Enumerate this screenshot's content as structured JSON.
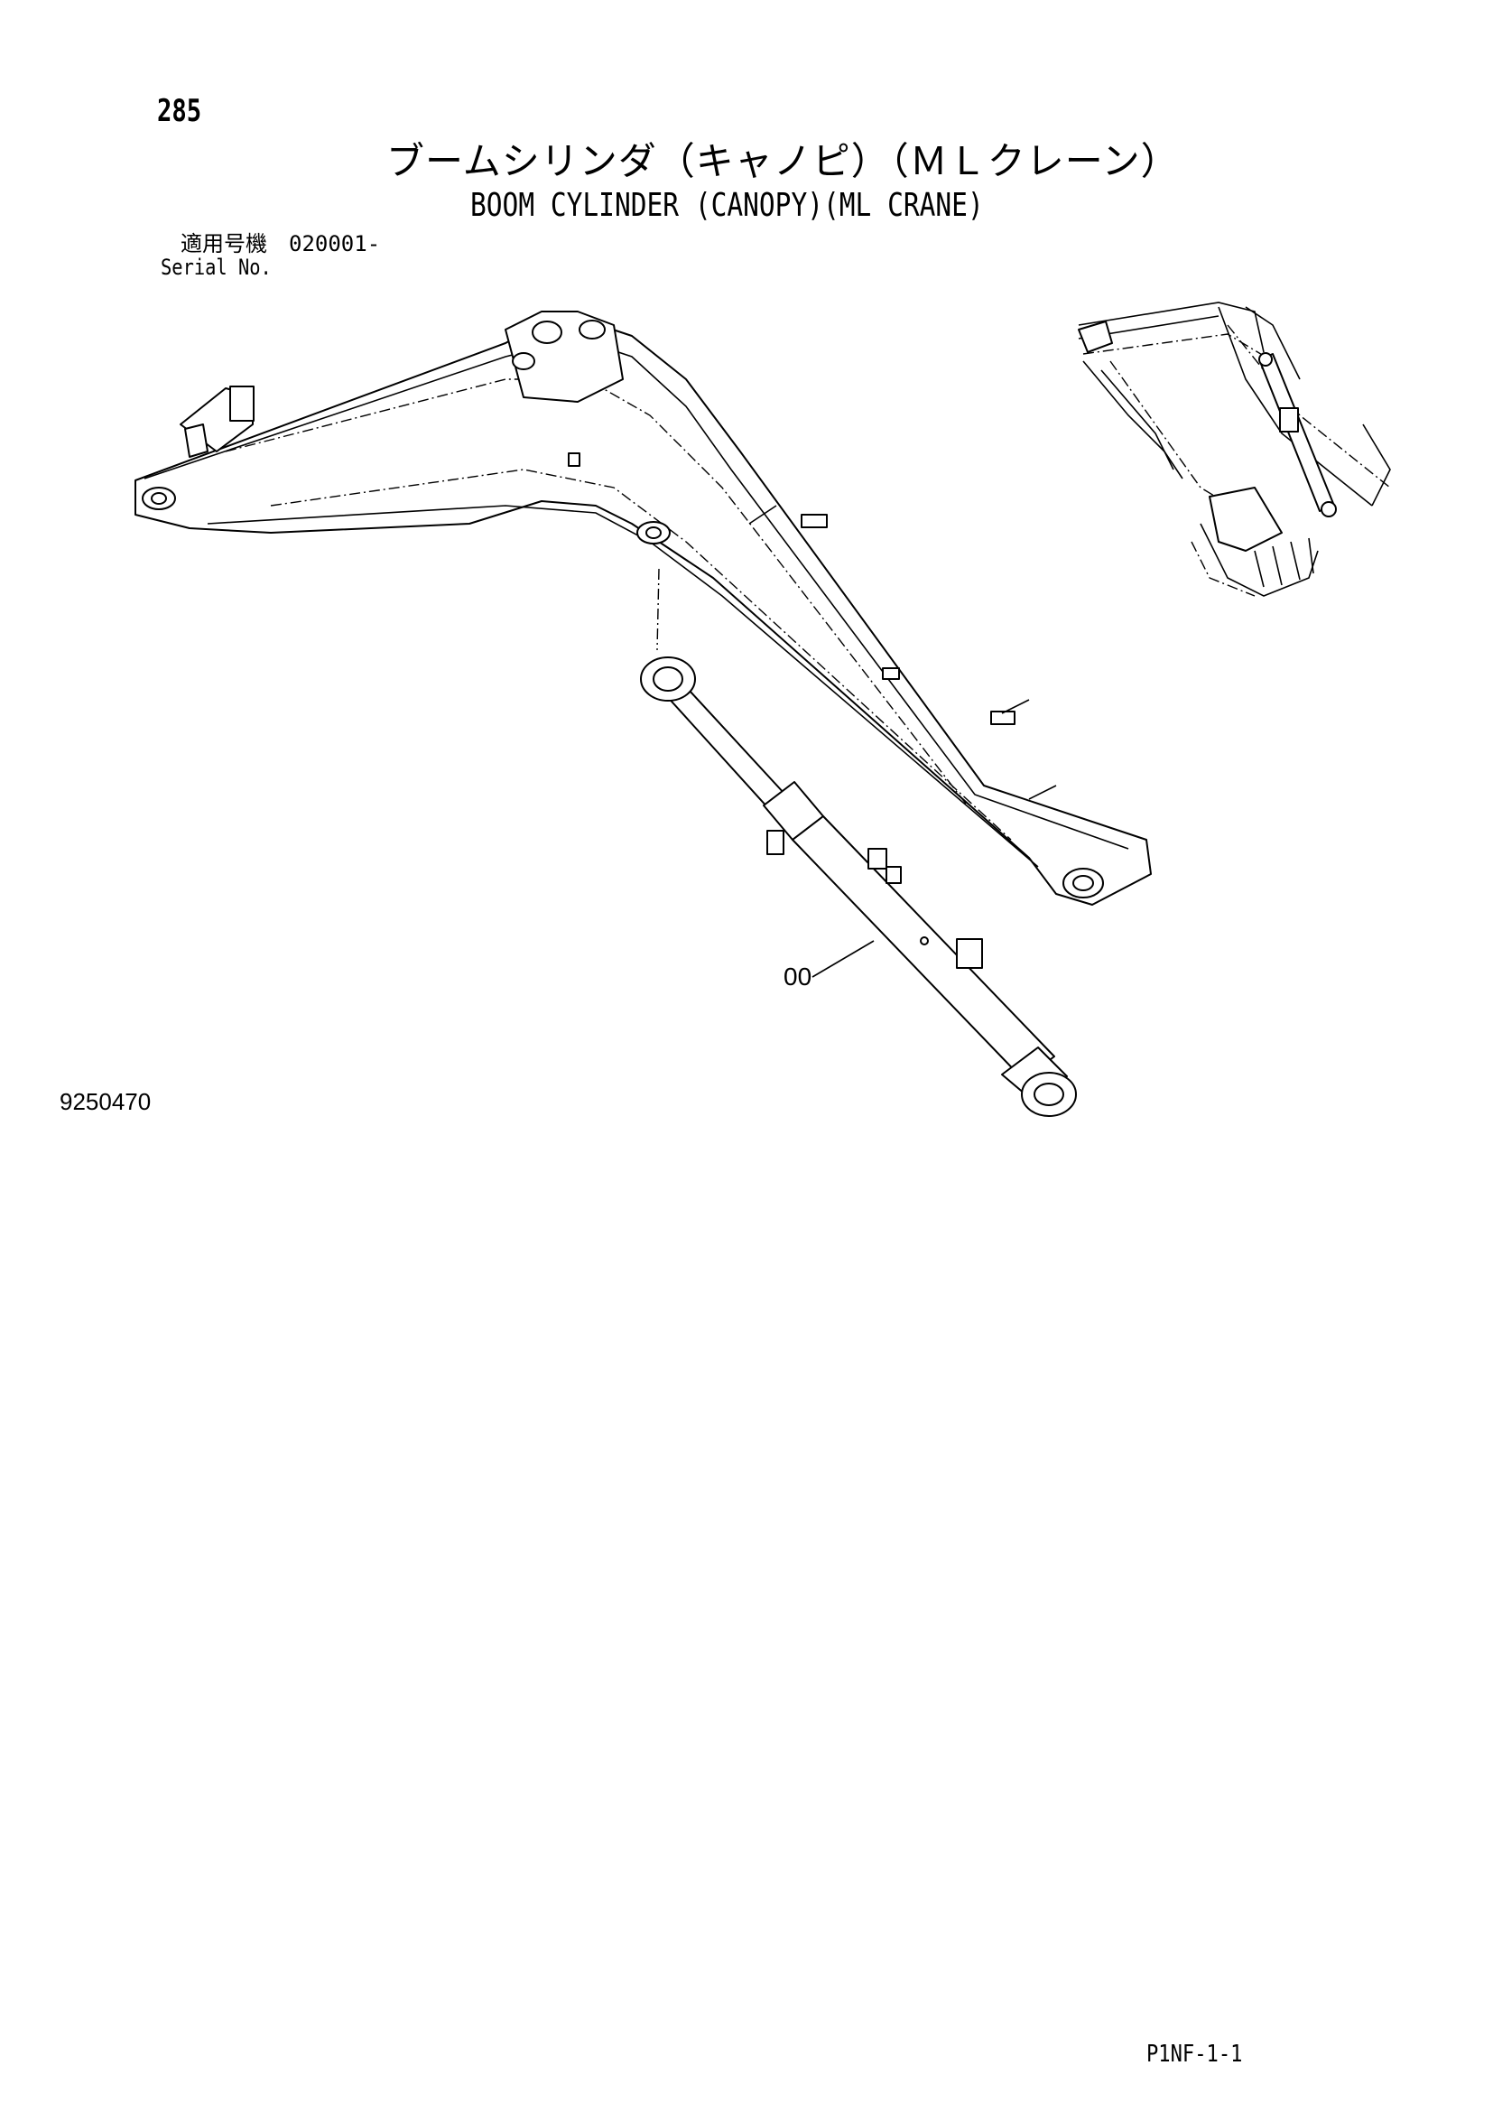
{
  "header": {
    "page_number": "285",
    "title_jp": "ブームシリンダ（キャノピ）（ＭＬクレーン）",
    "title_en": "BOOM CYLINDER (CANOPY)(ML CRANE)",
    "serial_label_jp": "適用号機",
    "serial_value": "020001-",
    "serial_label_en": "Serial No."
  },
  "diagram": {
    "drawing_number": "9250470",
    "part_label": "00"
  },
  "footer": {
    "page_code": "P1NF-1-1"
  }
}
